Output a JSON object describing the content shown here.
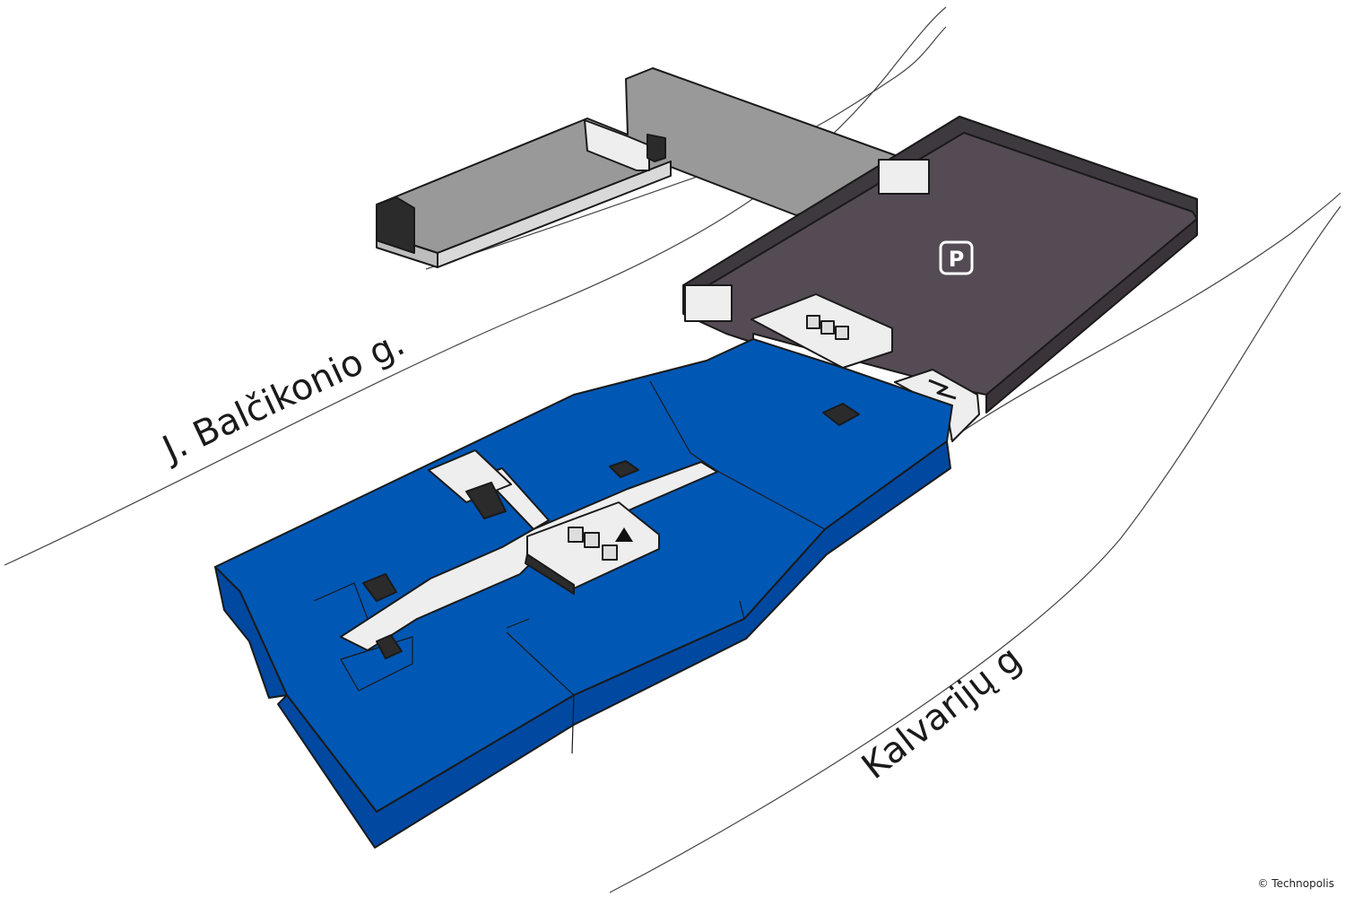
{
  "streets": [
    {
      "id": "north",
      "label": "J. Balčikonio g."
    },
    {
      "id": "south",
      "label": "Kalvarijų g"
    }
  ],
  "parking": {
    "label": "P"
  },
  "copyright": "© Technopolis",
  "colors": {
    "office_floor": "#0057b4",
    "office_side": "#0048a0",
    "parking_deck": "#544b54",
    "upper_wing": "#999999",
    "core": "#ececec",
    "outline": "#1a1a1a"
  }
}
